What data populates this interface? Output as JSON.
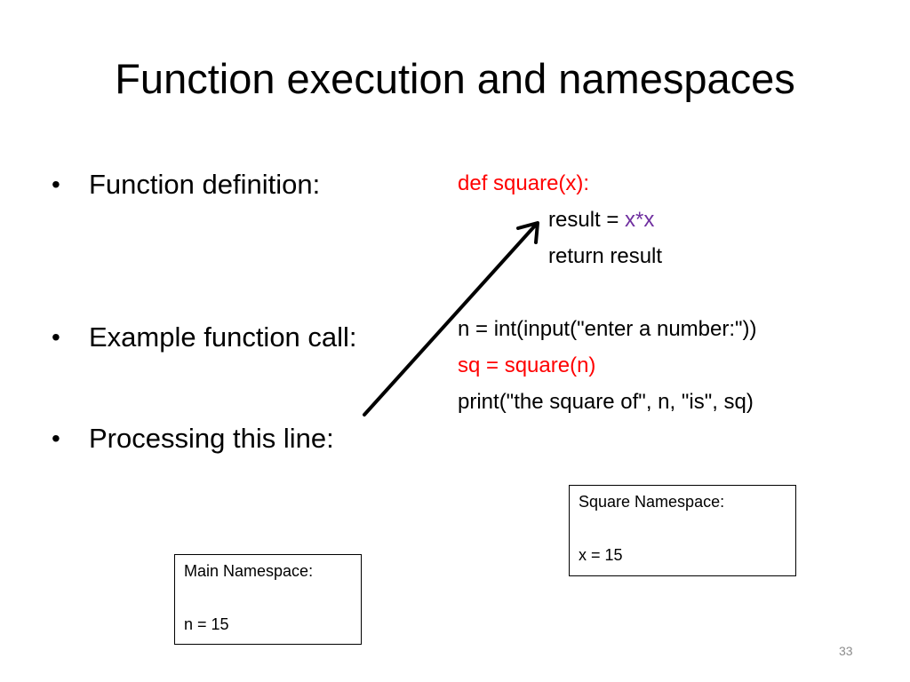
{
  "slide": {
    "title": "Function execution and namespaces",
    "bullets": [
      {
        "symbol": "•",
        "text": "Function definition:"
      },
      {
        "symbol": "•",
        "text": "Example function call:"
      },
      {
        "symbol": "•",
        "text": "Processing this line:"
      }
    ],
    "code": {
      "line1": "def square(x):",
      "line2_a": "result = ",
      "line2_b": "x*x",
      "line3": "return result",
      "line4": "n = int(input(\"enter a number:\"))",
      "line5": "sq = square(n)",
      "line6": "print(\"the square of\", n, \"is\", sq)"
    },
    "square_namespace": {
      "label": "Square Namespace:",
      "value": "x = 15"
    },
    "main_namespace": {
      "label": "Main Namespace:",
      "value": "n = 15"
    },
    "page_number": "33"
  },
  "colors": {
    "highlight": "#ff0000",
    "variable": "#7030a0",
    "text": "#000000",
    "page_number": "#8c8c8c"
  }
}
